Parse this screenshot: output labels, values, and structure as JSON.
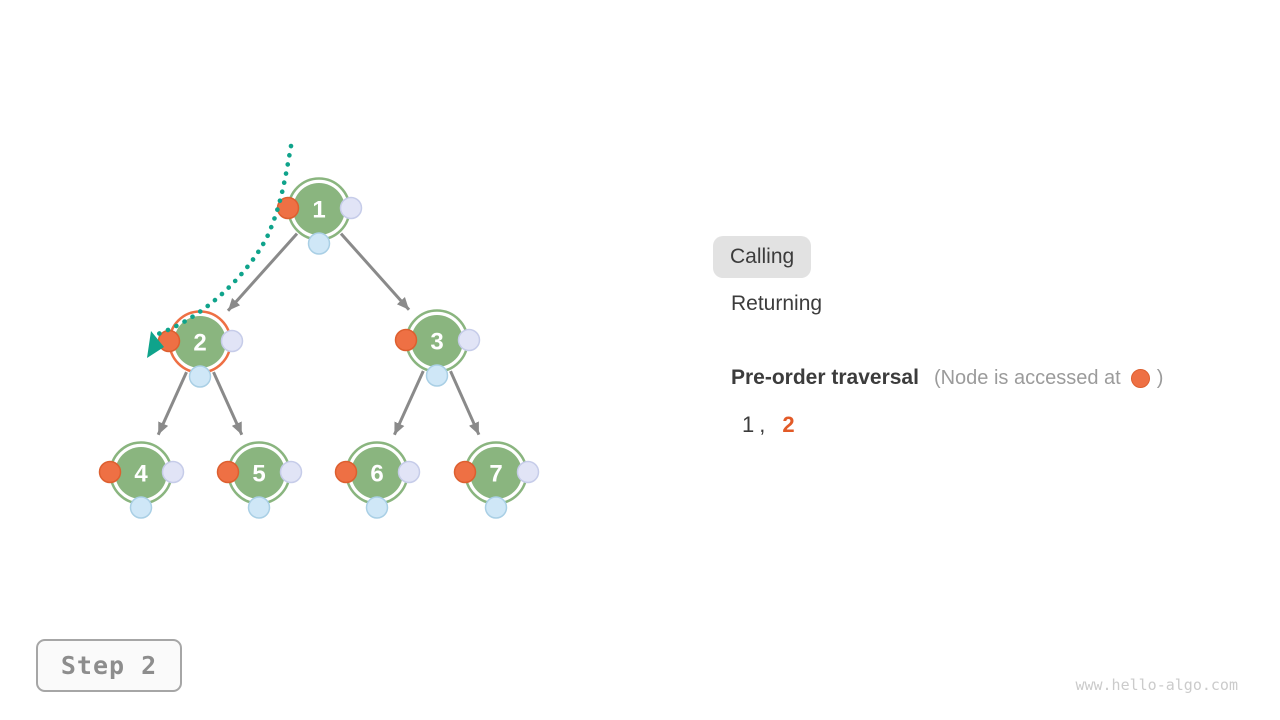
{
  "colors": {
    "node-green": "#8ab57f",
    "highlight-orange": "#ee7044",
    "highlight-orange-border": "#dd5f2f",
    "trace-teal": "#0fa38b",
    "return-lavender": "#e1e4f6",
    "return-lavender-border": "#c6cce9",
    "visit-blue": "#cfe7f7",
    "visit-blue-border": "#a9cfe5",
    "edge-gray": "#8a8a8a",
    "text-dark": "#3c3c3c",
    "text-gray": "#9b9b9b",
    "seq-orange": "#e25a27",
    "legend-bg": "#e2e2e2",
    "step-gray": "#8d8d8d",
    "step-border": "#a6a6a6",
    "step-bg": "#fafafa",
    "watermark-gray": "#cbcbcb"
  },
  "tree": {
    "nodes": [
      {
        "value": "1"
      },
      {
        "value": "2"
      },
      {
        "value": "3"
      },
      {
        "value": "4"
      },
      {
        "value": "5"
      },
      {
        "value": "6"
      },
      {
        "value": "7"
      }
    ],
    "edges": [
      "1-2",
      "1-3",
      "2-4",
      "2-5",
      "3-6",
      "3-7"
    ],
    "current_node": "2"
  },
  "legend": {
    "calling": "Calling",
    "returning": "Returning",
    "active": "Calling"
  },
  "traversal": {
    "title": "Pre-order traversal",
    "note_prefix": "(Node is accessed at",
    "note_suffix": ")",
    "note_icon": "orange-dot-icon",
    "separator": ",",
    "sequence": [
      {
        "value": "1",
        "current": false
      },
      {
        "value": "2",
        "current": true
      }
    ]
  },
  "step": {
    "label": "Step 2"
  },
  "watermark": "www.hello-algo.com"
}
